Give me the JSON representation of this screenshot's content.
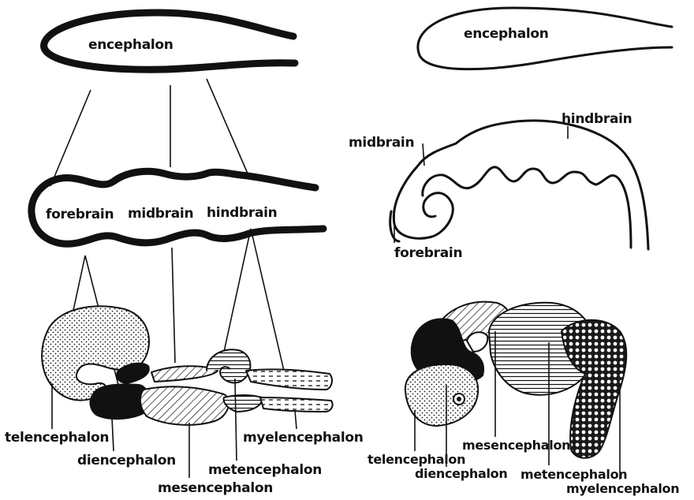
{
  "top_left": {
    "encephalon": "encephalon"
  },
  "mid_left": {
    "forebrain": "forebrain",
    "midbrain": "midbrain",
    "hindbrain": "hindbrain"
  },
  "bottom_left": {
    "telencephalon": "telencephalon",
    "diencephalon": "diencephalon",
    "mesencephalon": "mesencephalon",
    "metencephalon": "metencephalon",
    "myelencephalon": "myelencephalon"
  },
  "top_right": {
    "encephalon": "encephalon"
  },
  "mid_right": {
    "midbrain": "midbrain",
    "hindbrain": "hindbrain",
    "forebrain": "forebrain"
  },
  "bottom_right": {
    "telencephalon": "telencephalon",
    "diencephalon": "diencephalon",
    "mesencephalon": "mesencephalon",
    "metencephalon": "metencephalon",
    "myelencephalon": "myelencephalon"
  }
}
